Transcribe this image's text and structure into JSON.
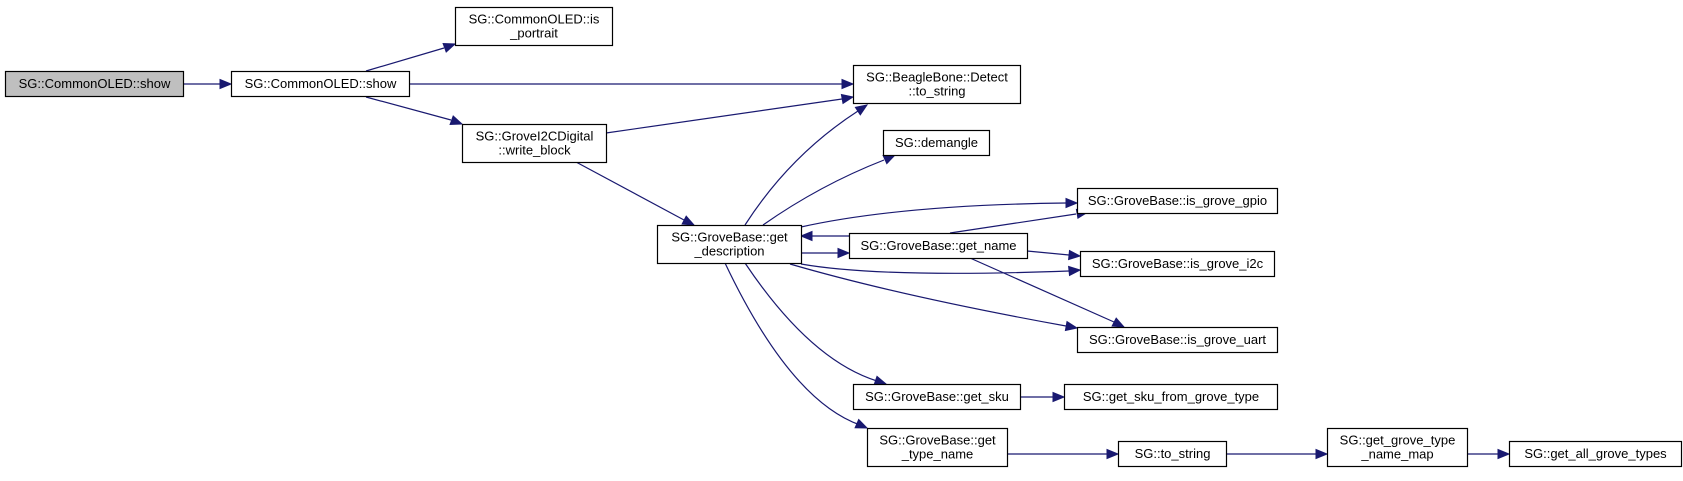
{
  "diagram": {
    "type": "call-graph",
    "colors": {
      "edge": "#191970",
      "root_fill": "#bfbfbf",
      "node_fill": "#ffffff",
      "border": "#000000"
    },
    "nodes": [
      {
        "id": "root",
        "lines": [
          "SG::CommonOLED::show"
        ],
        "root": true
      },
      {
        "id": "show",
        "lines": [
          "SG::CommonOLED::show"
        ]
      },
      {
        "id": "is_portrait",
        "lines": [
          "SG::CommonOLED::is",
          "_portrait"
        ]
      },
      {
        "id": "write_block",
        "lines": [
          "SG::GroveI2CDigital",
          "::write_block"
        ]
      },
      {
        "id": "detect_to_string",
        "lines": [
          "SG::BeagleBone::Detect",
          "::to_string"
        ]
      },
      {
        "id": "demangle",
        "lines": [
          "SG::demangle"
        ]
      },
      {
        "id": "get_description",
        "lines": [
          "SG::GroveBase::get",
          "_description"
        ]
      },
      {
        "id": "get_name",
        "lines": [
          "SG::GroveBase::get_name"
        ]
      },
      {
        "id": "is_grove_gpio",
        "lines": [
          "SG::GroveBase::is_grove_gpio"
        ]
      },
      {
        "id": "is_grove_i2c",
        "lines": [
          "SG::GroveBase::is_grove_i2c"
        ]
      },
      {
        "id": "is_grove_uart",
        "lines": [
          "SG::GroveBase::is_grove_uart"
        ]
      },
      {
        "id": "get_sku",
        "lines": [
          "SG::GroveBase::get_sku"
        ]
      },
      {
        "id": "get_sku_from_grove_type",
        "lines": [
          "SG::get_sku_from_grove_type"
        ]
      },
      {
        "id": "get_type_name",
        "lines": [
          "SG::GroveBase::get",
          "_type_name"
        ]
      },
      {
        "id": "to_string",
        "lines": [
          "SG::to_string"
        ]
      },
      {
        "id": "get_grove_type_name_map",
        "lines": [
          "SG::get_grove_type",
          "_name_map"
        ]
      },
      {
        "id": "get_all_grove_types",
        "lines": [
          "SG::get_all_grove_types"
        ]
      }
    ],
    "edges": [
      {
        "from": "root",
        "to": "show"
      },
      {
        "from": "show",
        "to": "is_portrait"
      },
      {
        "from": "show",
        "to": "detect_to_string"
      },
      {
        "from": "show",
        "to": "write_block"
      },
      {
        "from": "write_block",
        "to": "detect_to_string"
      },
      {
        "from": "write_block",
        "to": "get_description"
      },
      {
        "from": "get_description",
        "to": "detect_to_string"
      },
      {
        "from": "get_description",
        "to": "demangle"
      },
      {
        "from": "get_description",
        "to": "is_grove_gpio"
      },
      {
        "from": "get_description",
        "to": "get_name"
      },
      {
        "from": "get_description",
        "to": "is_grove_i2c"
      },
      {
        "from": "get_description",
        "to": "is_grove_uart"
      },
      {
        "from": "get_description",
        "to": "get_sku"
      },
      {
        "from": "get_description",
        "to": "get_type_name"
      },
      {
        "from": "get_name",
        "to": "get_description"
      },
      {
        "from": "get_name",
        "to": "is_grove_gpio"
      },
      {
        "from": "get_name",
        "to": "is_grove_i2c"
      },
      {
        "from": "get_name",
        "to": "is_grove_uart"
      },
      {
        "from": "get_sku",
        "to": "get_sku_from_grove_type"
      },
      {
        "from": "get_type_name",
        "to": "to_string"
      },
      {
        "from": "to_string",
        "to": "get_grove_type_name_map"
      },
      {
        "from": "get_grove_type_name_map",
        "to": "get_all_grove_types"
      }
    ]
  }
}
